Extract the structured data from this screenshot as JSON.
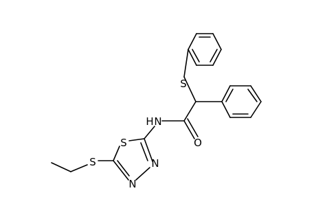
{
  "molecule": {
    "atoms": {
      "S_top": "S",
      "N_amide": "N",
      "H_amide": "H",
      "O_carbonyl": "O",
      "S_ring": "S",
      "S_ethyl": "S",
      "N_ring_1": "N",
      "N_ring_2": "N"
    }
  }
}
